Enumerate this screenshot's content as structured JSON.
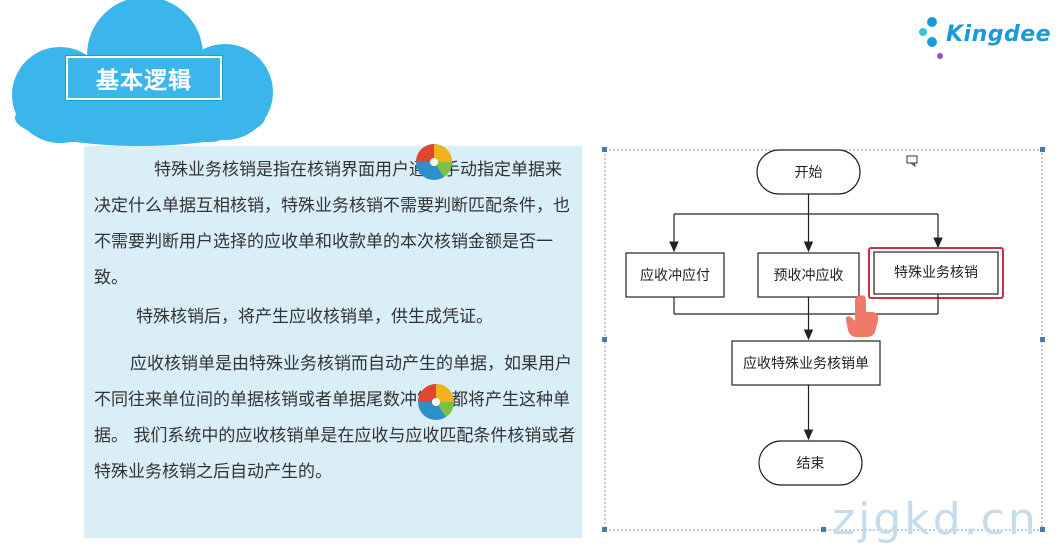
{
  "header": {
    "title": "基本逻辑",
    "logo_text": "Kingdee"
  },
  "colors": {
    "cloud": "#3bb6ea",
    "panel": "#d9eef6",
    "logo": "#1a9ad6",
    "highlight": "#c9304a"
  },
  "content": {
    "paragraphs": [
      "特殊业务核销是指在核销界面用户通过手动指定单据来决定什么单据互相核销，特殊业务核销不需要判断匹配条件，也不需要判断用户选择的应收单和收款单的本次核销金额是否一致。",
      "特殊核销后，将产生应收核销单，供生成凭证。",
      "应收核销单是由特殊业务核销而自动产生的单据，如果用户不同往来单位间的单据核销或者单据尾数冲销，都将产生这种单据。 我们系统中的应收核销单是在应收与应收匹配条件核销或者特殊业务核销之后自动产生的。"
    ]
  },
  "flowchart": {
    "start": "开始",
    "node_a": "应收冲应付",
    "node_b": "预收冲应收",
    "node_c": "特殊业务核销",
    "result": "应收特殊业务核销单",
    "end": "结束"
  },
  "watermark": "zjgkd.cn",
  "icons": {
    "float_1": "pinwheel-icon",
    "float_2": "pinwheel-icon",
    "cursor": "hand-pointer-icon",
    "logo_mark": "kingdee-dots-icon"
  }
}
